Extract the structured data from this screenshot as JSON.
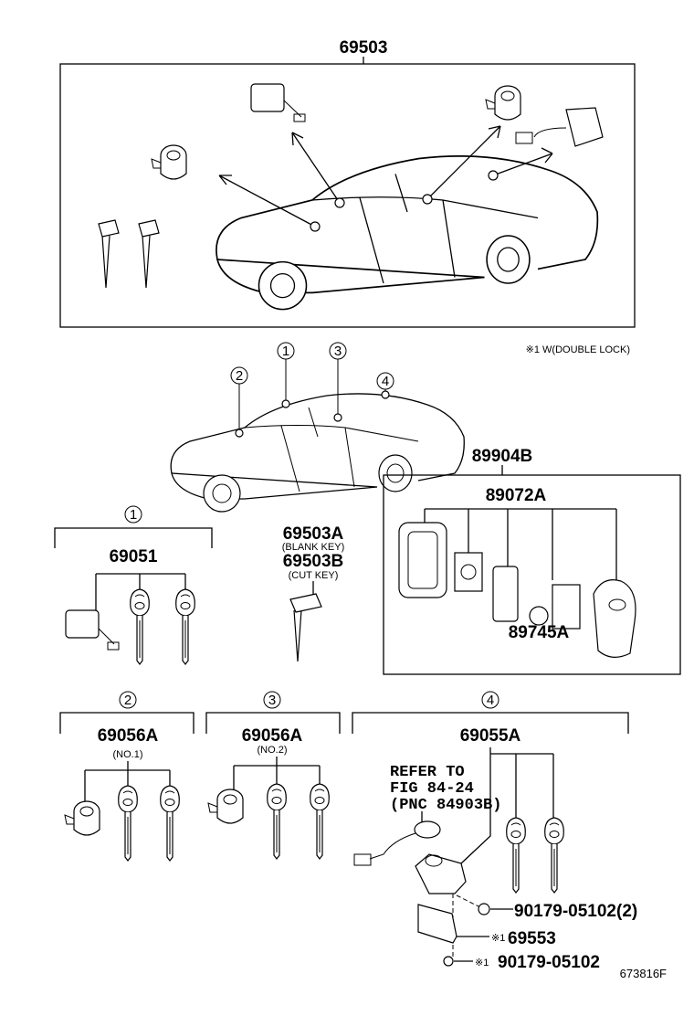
{
  "diagram": {
    "title_part": "69503",
    "note": "※1 W(DOUBLE LOCK)",
    "location_markers": [
      "1",
      "2",
      "3",
      "4"
    ],
    "groups": [
      {
        "marker": "1",
        "part": "69051"
      },
      {
        "marker": "2",
        "part": "69056A",
        "sub": "(NO.1)"
      },
      {
        "marker": "3",
        "part": "69056A",
        "sub": "(NO.2)"
      },
      {
        "marker": "4",
        "part": "69055A"
      }
    ],
    "blank_key": {
      "part": "69503A",
      "sub": "(BLANK KEY)"
    },
    "cut_key": {
      "part": "69503B",
      "sub": "(CUT KEY)"
    },
    "transmitter": {
      "assembly": "89904B",
      "housing": "89072A",
      "battery": "89745A"
    },
    "refer": [
      "REFER TO",
      "FIG 84-24",
      "(PNC 84903B)"
    ],
    "screw_1": "90179-05102(2)",
    "cover": {
      "mark": "※1",
      "part": "69553"
    },
    "screw_2": {
      "mark": "※1",
      "part": "90179-05102"
    },
    "illustration_id": "673816F"
  }
}
